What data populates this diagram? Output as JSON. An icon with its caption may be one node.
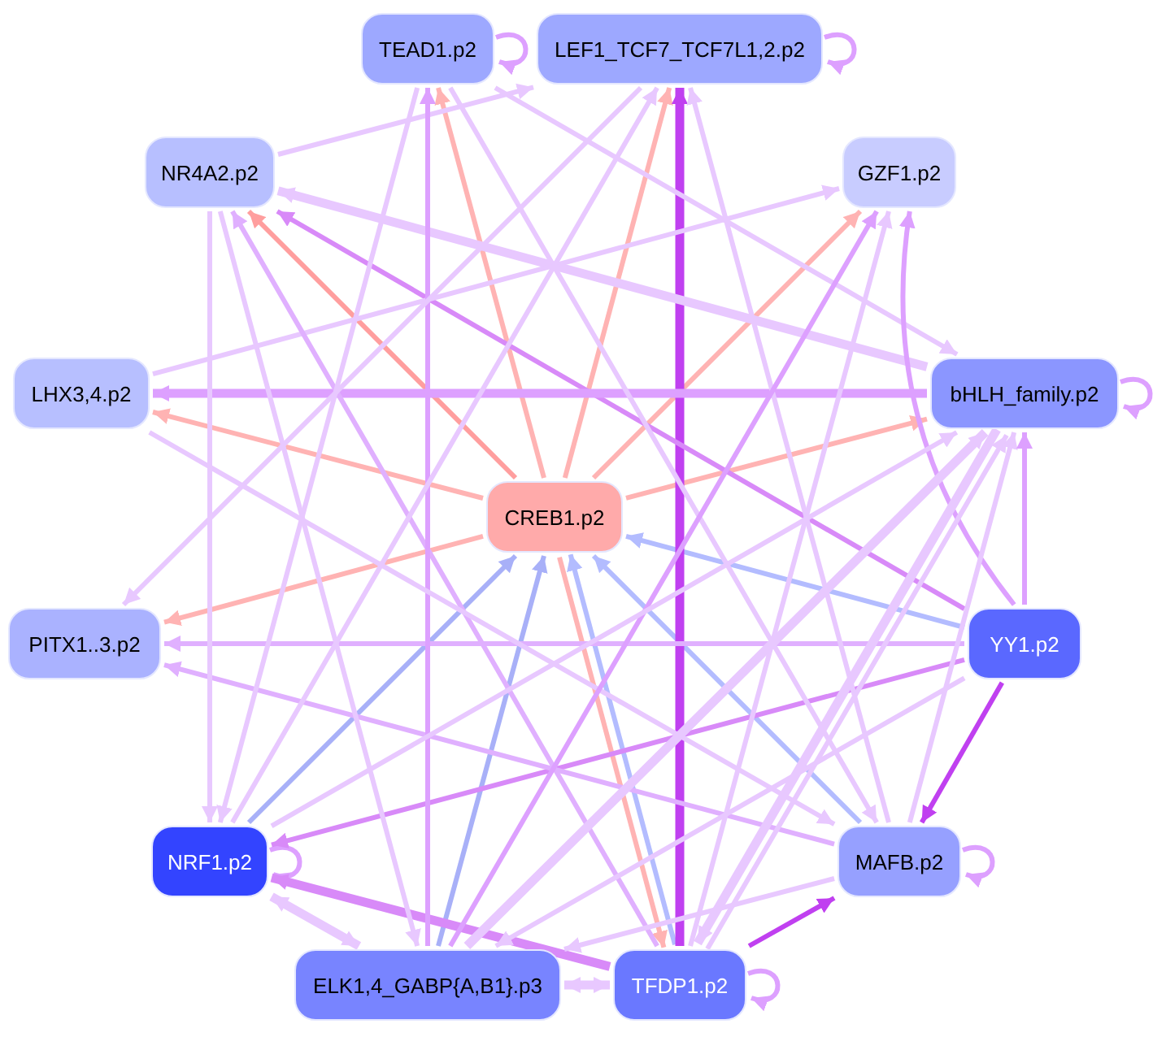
{
  "diagram": {
    "nodes": [
      {
        "text": [
          "TEAD1.p2"
        ]
      },
      {
        "text": [
          "LEF1_TCF7_TCF7L1,2.p2"
        ]
      },
      {
        "text": [
          "NR4A2.p2"
        ]
      },
      {
        "text": [
          "GZF1.p2"
        ]
      },
      {
        "text": [
          "LHX3,4.p2"
        ]
      },
      {
        "text": [
          "bHLH_family.p2"
        ]
      },
      {
        "text": [
          "CREB1.p2"
        ]
      },
      {
        "text": [
          "PITX1..3.p2"
        ]
      },
      {
        "text": [
          "YY1.p2"
        ]
      },
      {
        "text": [
          "NRF1.p2"
        ]
      },
      {
        "text": [
          "MAFB.p2"
        ]
      },
      {
        "text": [
          "ELK1,4_GABP{A,B1}.p3"
        ]
      },
      {
        "text": [
          "TFDP1.p2"
        ]
      }
    ],
    "edges": [
      {
        "from": 0,
        "to": 0,
        "arrow": "to",
        "color": "#dda0ff"
      },
      {
        "from": 1,
        "to": 1,
        "arrow": "to",
        "color": "#dda0ff"
      },
      {
        "from": 5,
        "to": 5,
        "arrow": "to",
        "color": "#dda0ff"
      },
      {
        "from": 9,
        "to": 9,
        "arrow": "to",
        "color": "#dda0ff"
      },
      {
        "from": 10,
        "to": 10,
        "arrow": "to",
        "color": "#dda0ff"
      },
      {
        "from": 12,
        "to": 12,
        "arrow": "to",
        "color": "#dda0ff"
      },
      {
        "from": 6,
        "to": 0,
        "arrow": "to",
        "color": "#ffb3b3"
      },
      {
        "from": 6,
        "to": 1,
        "arrow": "to",
        "color": "#ffb3b3"
      },
      {
        "from": 6,
        "to": 2,
        "arrow": "to",
        "color": "#ff9e9e"
      },
      {
        "from": 6,
        "to": 3,
        "arrow": "to",
        "color": "#ffb3b3"
      },
      {
        "from": 6,
        "to": 4,
        "arrow": "to",
        "color": "#ffb3b3"
      },
      {
        "from": 6,
        "to": 5,
        "arrow": "to",
        "color": "#ffb3b3"
      },
      {
        "from": 6,
        "to": 7,
        "arrow": "to",
        "color": "#ffb3b3"
      },
      {
        "from": 6,
        "to": 12,
        "arrow": "to",
        "color": "#ffb3b3"
      },
      {
        "from": 8,
        "to": 6,
        "arrow": "to",
        "color": "#b3bcff"
      },
      {
        "from": 10,
        "to": 6,
        "arrow": "to",
        "color": "#b3bcff"
      },
      {
        "from": 9,
        "to": 6,
        "arrow": "to",
        "color": "#a8b0f8"
      },
      {
        "from": 11,
        "to": 6,
        "arrow": "to",
        "color": "#a8b0f8"
      },
      {
        "from": 12,
        "to": 6,
        "arrow": "to",
        "color": "#b3bcff"
      },
      {
        "from": 12,
        "to": 1,
        "arrow": "to",
        "style": "thick",
        "color": "#c040f0"
      },
      {
        "from": 8,
        "to": 10,
        "arrow": "to",
        "color": "#c040f0"
      },
      {
        "from": 12,
        "to": 10,
        "arrow": "to",
        "color": "#c040f0"
      },
      {
        "from": 8,
        "to": 9,
        "arrow": "to",
        "color": "#d88af8"
      },
      {
        "from": 12,
        "to": 9,
        "arrow": "to",
        "style": "thick",
        "color": "#d88af8"
      },
      {
        "from": 11,
        "to": 9,
        "arrow": "both",
        "style": "thick"
      },
      {
        "from": 11,
        "to": 12,
        "arrow": "both",
        "style": "thick"
      },
      {
        "from": 2,
        "to": 1,
        "arrow": "to"
      },
      {
        "from": 5,
        "to": 2,
        "arrow": "to",
        "style": "thick"
      },
      {
        "from": 8,
        "to": 2,
        "arrow": "to",
        "color": "#d88af8"
      },
      {
        "from": 5,
        "to": 4,
        "arrow": "to",
        "style": "thick",
        "color": "#dda0ff"
      },
      {
        "from": 4,
        "to": 3,
        "arrow": "to"
      },
      {
        "from": 8,
        "to": 7,
        "arrow": "to",
        "color": "#e0b0ff"
      },
      {
        "from": 10,
        "to": 7,
        "arrow": "to",
        "color": "#e0b0ff"
      },
      {
        "from": 2,
        "to": 9,
        "arrow": "to"
      },
      {
        "from": 2,
        "to": 11,
        "arrow": "to"
      },
      {
        "from": 12,
        "to": 2,
        "arrow": "to",
        "color": "#e0b0ff"
      },
      {
        "from": 0,
        "to": 9,
        "arrow": "to"
      },
      {
        "from": 11,
        "to": 0,
        "arrow": "to",
        "color": "#dda0ff"
      },
      {
        "from": 0,
        "to": 10,
        "arrow": "to"
      },
      {
        "from": 0,
        "to": 5,
        "arrow": "to"
      },
      {
        "from": 1,
        "to": 7,
        "arrow": "to"
      },
      {
        "from": 10,
        "to": 1,
        "arrow": "to"
      },
      {
        "from": 9,
        "to": 1,
        "arrow": "to"
      },
      {
        "from": 4,
        "to": 10,
        "arrow": "to"
      },
      {
        "from": 12,
        "to": 3,
        "arrow": "to"
      },
      {
        "from": 8,
        "to": 3,
        "arrow": "to",
        "color": "#dda0ff"
      },
      {
        "from": 11,
        "to": 3,
        "arrow": "to",
        "color": "#dda0ff"
      },
      {
        "from": 9,
        "to": 5,
        "arrow": "to"
      },
      {
        "from": 11,
        "to": 5,
        "arrow": "to",
        "style": "thick"
      },
      {
        "from": 12,
        "to": 5,
        "arrow": "to"
      },
      {
        "from": 10,
        "to": 5,
        "arrow": "to"
      },
      {
        "from": 8,
        "to": 5,
        "arrow": "to",
        "color": "#dda0ff"
      },
      {
        "from": 8,
        "to": 11,
        "arrow": "to"
      },
      {
        "from": 5,
        "to": 12,
        "arrow": "to",
        "style": "thick"
      },
      {
        "from": 10,
        "to": 11,
        "arrow": "to"
      }
    ]
  }
}
